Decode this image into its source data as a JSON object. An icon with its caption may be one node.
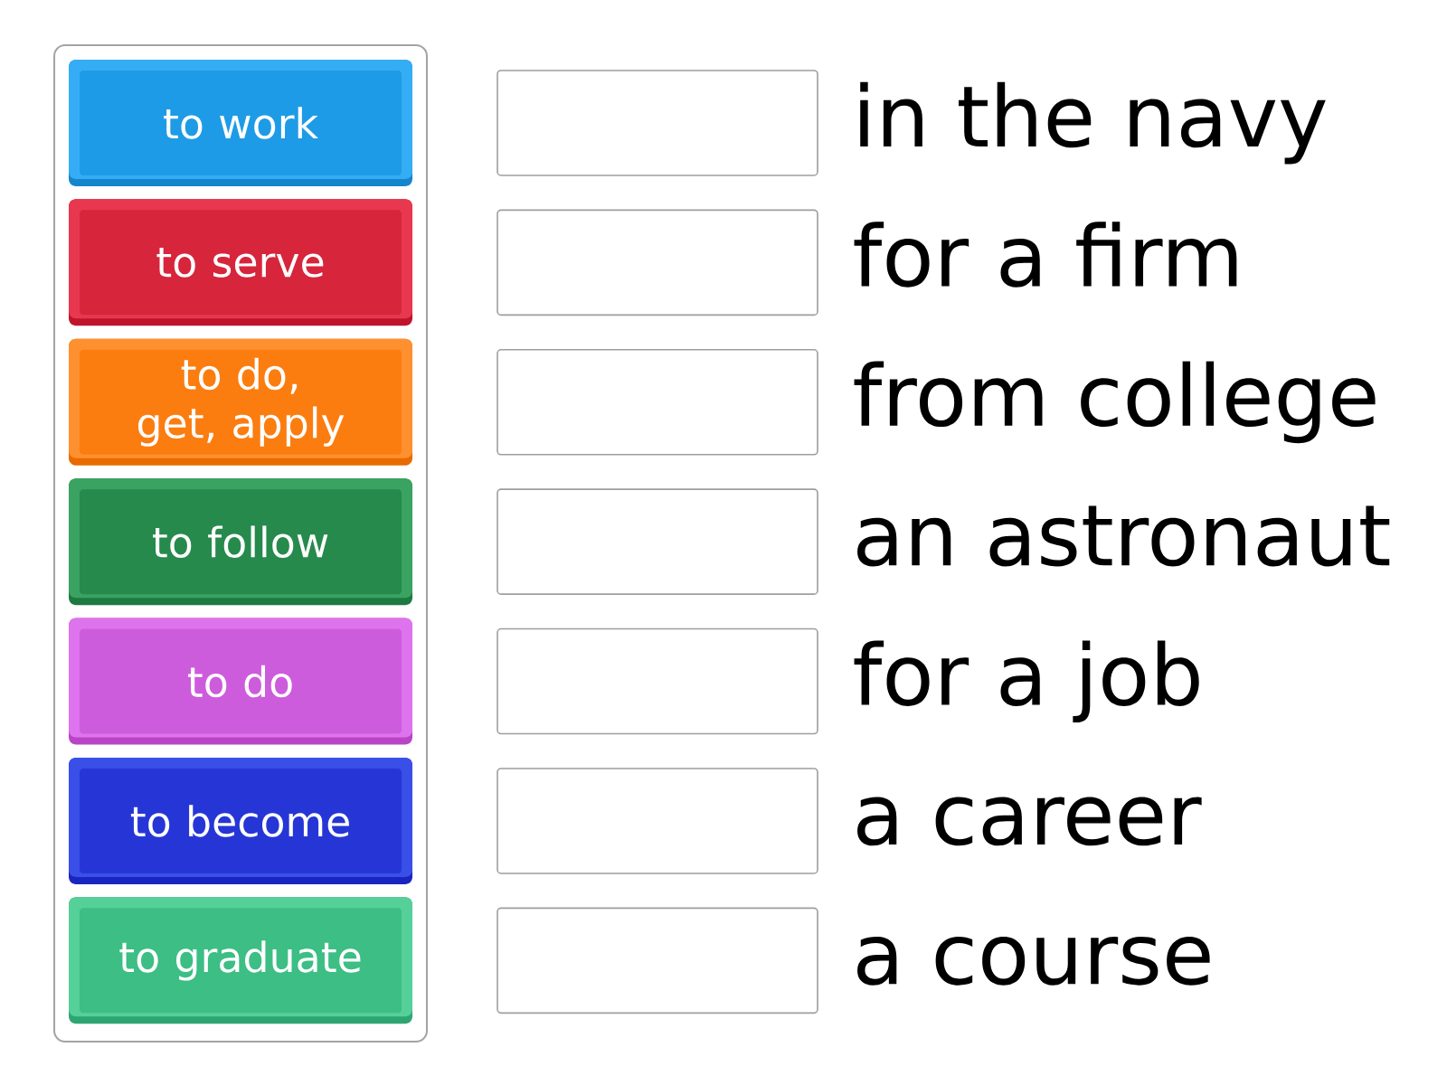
{
  "diagram": {
    "nodes": [
      {
        "text": [],
        "shape": "box"
      },
      {
        "text": [
          "to work"
        ],
        "in": 0
      },
      {
        "text": [
          "to serve"
        ],
        "in": 0
      },
      {
        "text": [
          "to do, get, apply"
        ],
        "in": 0
      },
      {
        "text": [
          "to follow"
        ],
        "in": 0
      },
      {
        "text": [
          "to do"
        ],
        "in": 0
      },
      {
        "text": [
          "to become"
        ],
        "in": 0
      },
      {
        "text": [
          "to graduate"
        ],
        "in": 0
      },
      {
        "text": [],
        "shape": "box",
        "beside": [
          "in the navy"
        ]
      },
      {
        "text": [],
        "shape": "box",
        "beside": [
          "for a firm"
        ]
      },
      {
        "text": [],
        "shape": "box",
        "beside": [
          "from college"
        ]
      },
      {
        "text": [],
        "shape": "box",
        "beside": [
          "an astronaut"
        ]
      },
      {
        "text": [],
        "shape": "box",
        "beside": [
          "for a job"
        ]
      },
      {
        "text": [],
        "shape": "box",
        "beside": [
          "a career"
        ]
      },
      {
        "text": [],
        "shape": "box",
        "beside": [
          "a course"
        ]
      }
    ]
  }
}
